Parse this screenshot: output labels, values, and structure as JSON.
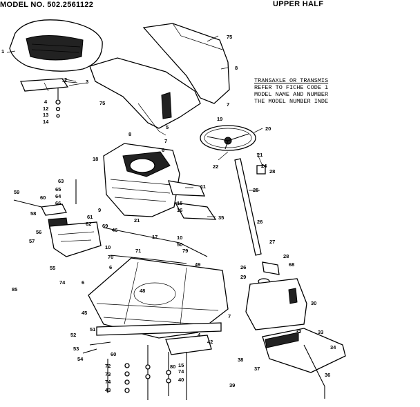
{
  "header": {
    "model": "MODEL NO. 502.2561122",
    "section": "UPPER HALF"
  },
  "transaxle_note": {
    "lines": [
      "TRANSAXLE OR TRANSMIS",
      "REFER TO FICHE CODE 1",
      "MODEL NAME AND NUMBER",
      "THE MODEL NUMBER INDE"
    ]
  },
  "callouts": [
    "1",
    "2",
    "3",
    "4",
    "12",
    "13",
    "14",
    "75",
    "8",
    "7",
    "75",
    "5",
    "6",
    "8",
    "7",
    "19",
    "20",
    "21",
    "24",
    "28",
    "22",
    "18",
    "11",
    "25",
    "63",
    "65",
    "64",
    "66",
    "59",
    "60",
    "56",
    "58",
    "61",
    "62",
    "69",
    "9",
    "15",
    "16",
    "35",
    "21",
    "46",
    "17",
    "26",
    "57",
    "71",
    "10",
    "10",
    "50",
    "79",
    "55",
    "49",
    "27",
    "70",
    "74",
    "6",
    "6",
    "28",
    "68",
    "26",
    "29",
    "85",
    "48",
    "45",
    "30",
    "7",
    "52",
    "51",
    "53",
    "60",
    "54",
    "4",
    "42",
    "32",
    "33",
    "34",
    "38",
    "37",
    "36",
    "72",
    "73",
    "74",
    "43",
    "80",
    "15",
    "74",
    "40",
    "39"
  ]
}
